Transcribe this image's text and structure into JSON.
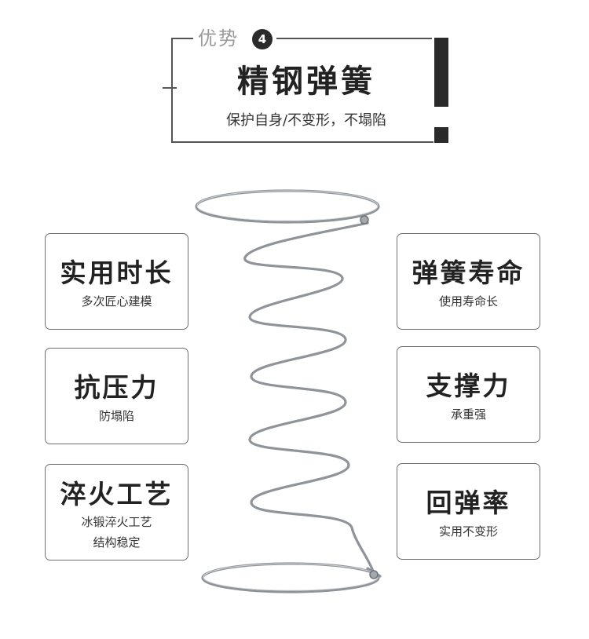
{
  "header": {
    "advantage_label": "优势",
    "advantage_number": "4",
    "title": "精钢弹簧",
    "subtitle": "保护自身/不变形，不塌陷"
  },
  "features_left": [
    {
      "title": "实用时长",
      "desc": [
        "多次匠心建模"
      ]
    },
    {
      "title": "抗压力",
      "desc": [
        "防塌陷"
      ]
    },
    {
      "title": "淬火工艺",
      "desc": [
        "冰锻淬火工艺",
        "结构稳定"
      ]
    }
  ],
  "features_right": [
    {
      "title": "弹簧寿命",
      "desc": [
        "使用寿命长"
      ]
    },
    {
      "title": "支撑力",
      "desc": [
        "承重强"
      ]
    },
    {
      "title": "回弹率",
      "desc": [
        "实用不变形"
      ]
    }
  ],
  "colors": {
    "frame": "#555555",
    "accent_bar": "#2a2a2a",
    "text": "#222222",
    "spring_metal": "#9aa0a6"
  }
}
